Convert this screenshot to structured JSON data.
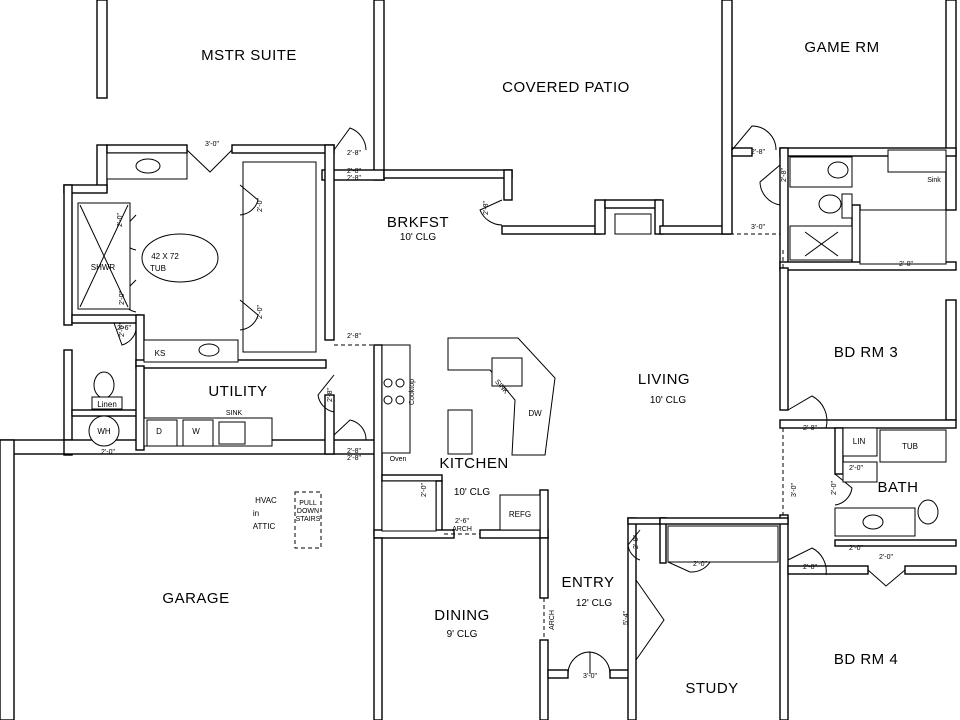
{
  "rooms": {
    "master_suite": "MSTR SUITE",
    "covered_patio": "COVERED PATIO",
    "game_room": "GAME RM",
    "breakfast": "BRKFST",
    "breakfast_clg": "10' CLG",
    "living": "LIVING",
    "living_clg": "10' CLG",
    "bedroom3": "BD RM 3",
    "utility": "UTILITY",
    "kitchen": "KITCHEN",
    "kitchen_clg": "10' CLG",
    "bath": "BATH",
    "garage": "GARAGE",
    "entry": "ENTRY",
    "entry_clg": "12' CLG",
    "dining": "DINING",
    "dining_clg": "9' CLG",
    "study": "STUDY",
    "bedroom4": "BD RM 4"
  },
  "fixtures": {
    "tub_size": "42 X 72",
    "tub": "TUB",
    "shower": "SHWR",
    "ks": "KS",
    "linen": "Linen",
    "water_heater": "WH",
    "sink": "SINK",
    "sink_lower": "Sink",
    "dryer": "D",
    "washer": "W",
    "cooktop": "Cooktop",
    "oven": "Oven",
    "dishwasher": "DW",
    "refrigerator": "REFG",
    "lin": "LIN",
    "bath_tub": "TUB",
    "hvac_1": "HVAC",
    "hvac_2": "in",
    "hvac_3": "ATTIC",
    "stairs_1": "PULL",
    "stairs_2": "DOWN",
    "stairs_3": "STAIRS",
    "arch": "ARCH",
    "arch_entry": "ARCH"
  },
  "dims": {
    "d1": "3'-0\"",
    "d2": "2'-8\"",
    "d3": "2'-8\"",
    "d4": "2'-0\"",
    "d5": "2'-0\"",
    "d6": "2'-0\"",
    "d7": "2'-0\"",
    "d8": "2'-6\"",
    "d9": "2'-8\"",
    "d10": "2'-8\"",
    "d11": "2'-8\"",
    "d12": "2'-8\"",
    "d13": "2'-0\"",
    "d14": "2'-8\"",
    "d15": "2'-8\"",
    "d16": "2'-0\"",
    "d17": "3'-0\"",
    "d18": "2'-0\"",
    "d19": "2'-8\"",
    "d20": "2'-0\"",
    "d21": "3'-0\"",
    "d22": "2'-8\"",
    "d23": "2'-0\"",
    "d24": "2'-0\"",
    "d25": "2'-6\"",
    "d26": "2'-0\"",
    "d27": "2'-0\"",
    "d28": "5'-4\"",
    "d29": "3'-0\"",
    "d30": "2'-0\"",
    "d31": "2'-8\"",
    "d32": "2'-6\"",
    "d33": "2'-8\""
  }
}
